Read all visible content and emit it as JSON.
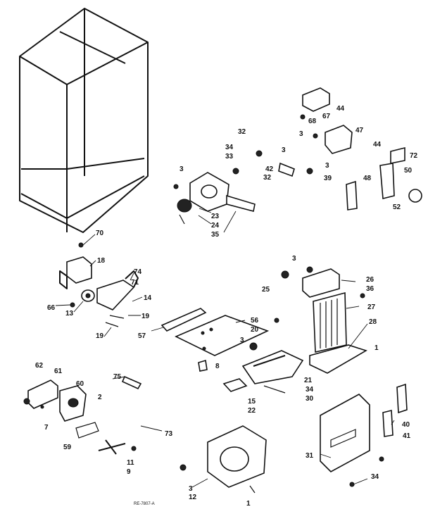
{
  "drawing_code": "RE-7807-A",
  "callouts": [
    {
      "id": "c70",
      "label": "70"
    },
    {
      "id": "c18",
      "label": "18"
    },
    {
      "id": "c74",
      "label": "74"
    },
    {
      "id": "c71",
      "label": "71"
    },
    {
      "id": "c14",
      "label": "14"
    },
    {
      "id": "c66",
      "label": "66"
    },
    {
      "id": "c13",
      "label": "13"
    },
    {
      "id": "c19a",
      "label": "19"
    },
    {
      "id": "c19b",
      "label": "19"
    },
    {
      "id": "c32a",
      "label": "32"
    },
    {
      "id": "c34a",
      "label": "34"
    },
    {
      "id": "c33",
      "label": "33"
    },
    {
      "id": "c3a",
      "label": "3"
    },
    {
      "id": "c3b",
      "label": "3"
    },
    {
      "id": "c42",
      "label": "42"
    },
    {
      "id": "c32b",
      "label": "32"
    },
    {
      "id": "c3c",
      "label": "3"
    },
    {
      "id": "c39",
      "label": "39"
    },
    {
      "id": "c23",
      "label": "23"
    },
    {
      "id": "c24",
      "label": "24"
    },
    {
      "id": "c35",
      "label": "35"
    },
    {
      "id": "c68",
      "label": "68"
    },
    {
      "id": "c67",
      "label": "67"
    },
    {
      "id": "c44a",
      "label": "44"
    },
    {
      "id": "c3d",
      "label": "3"
    },
    {
      "id": "c47",
      "label": "47"
    },
    {
      "id": "c44b",
      "label": "44"
    },
    {
      "id": "c72",
      "label": "72"
    },
    {
      "id": "c48",
      "label": "48"
    },
    {
      "id": "c50",
      "label": "50"
    },
    {
      "id": "c52",
      "label": "52"
    },
    {
      "id": "c3e",
      "label": "3"
    },
    {
      "id": "c26",
      "label": "26"
    },
    {
      "id": "c25",
      "label": "25"
    },
    {
      "id": "c36",
      "label": "36"
    },
    {
      "id": "c27",
      "label": "27"
    },
    {
      "id": "c28",
      "label": "28"
    },
    {
      "id": "c1a",
      "label": "1"
    },
    {
      "id": "c56",
      "label": "56"
    },
    {
      "id": "c20",
      "label": "20"
    },
    {
      "id": "c57",
      "label": "57"
    },
    {
      "id": "c3f",
      "label": "3"
    },
    {
      "id": "c8",
      "label": "8"
    },
    {
      "id": "c21",
      "label": "21"
    },
    {
      "id": "c34b",
      "label": "34"
    },
    {
      "id": "c30",
      "label": "30"
    },
    {
      "id": "c15",
      "label": "15"
    },
    {
      "id": "c22",
      "label": "22"
    },
    {
      "id": "c62",
      "label": "62"
    },
    {
      "id": "c61",
      "label": "61"
    },
    {
      "id": "c60",
      "label": "60"
    },
    {
      "id": "c75",
      "label": "75"
    },
    {
      "id": "c2",
      "label": "2"
    },
    {
      "id": "c7",
      "label": "7"
    },
    {
      "id": "c73",
      "label": "73"
    },
    {
      "id": "c59",
      "label": "59"
    },
    {
      "id": "c11",
      "label": "11"
    },
    {
      "id": "c9",
      "label": "9"
    },
    {
      "id": "c40",
      "label": "40"
    },
    {
      "id": "c41",
      "label": "41"
    },
    {
      "id": "c31",
      "label": "31"
    },
    {
      "id": "c34c",
      "label": "34"
    },
    {
      "id": "c3g",
      "label": "3"
    },
    {
      "id": "c12",
      "label": "12"
    },
    {
      "id": "c1b",
      "label": "1"
    }
  ]
}
